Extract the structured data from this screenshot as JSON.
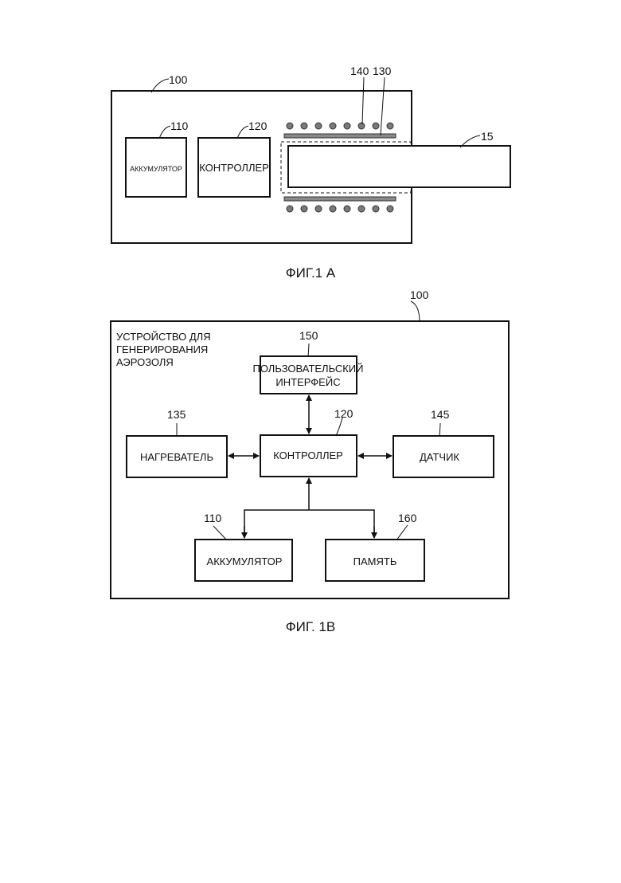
{
  "fig1a": {
    "ref_device": "100",
    "ref_accumulator": "110",
    "ref_controller": "120",
    "ref_coil": "140",
    "ref_heater": "130",
    "ref_stick": "15",
    "accumulator_label": "АККУМУЛЯТОР",
    "controller_label": "КОНТРОЛЛЕР",
    "caption": "ФИГ.1 А"
  },
  "fig1b": {
    "ref_device": "100",
    "device_title": [
      "УСТРОЙСТВО ДЛЯ",
      "ГЕНЕРИРОВАНИЯ",
      "АЭРОЗОЛЯ"
    ],
    "ref_ui": "150",
    "ui_label": [
      "ПОЛЬЗОВАТЕЛЬСКИЙ",
      "ИНТЕРФЕЙС"
    ],
    "ref_heater": "135",
    "heater_label": "НАГРЕВАТЕЛЬ",
    "ref_controller": "120",
    "controller_label": "КОНТРОЛЛЕР",
    "ref_sensor": "145",
    "sensor_label": "ДАТЧИК",
    "ref_accumulator": "110",
    "accumulator_label": "АККУМУЛЯТОР",
    "ref_memory": "160",
    "memory_label": "ПАМЯТЬ",
    "caption": "ФИГ. 1В"
  }
}
